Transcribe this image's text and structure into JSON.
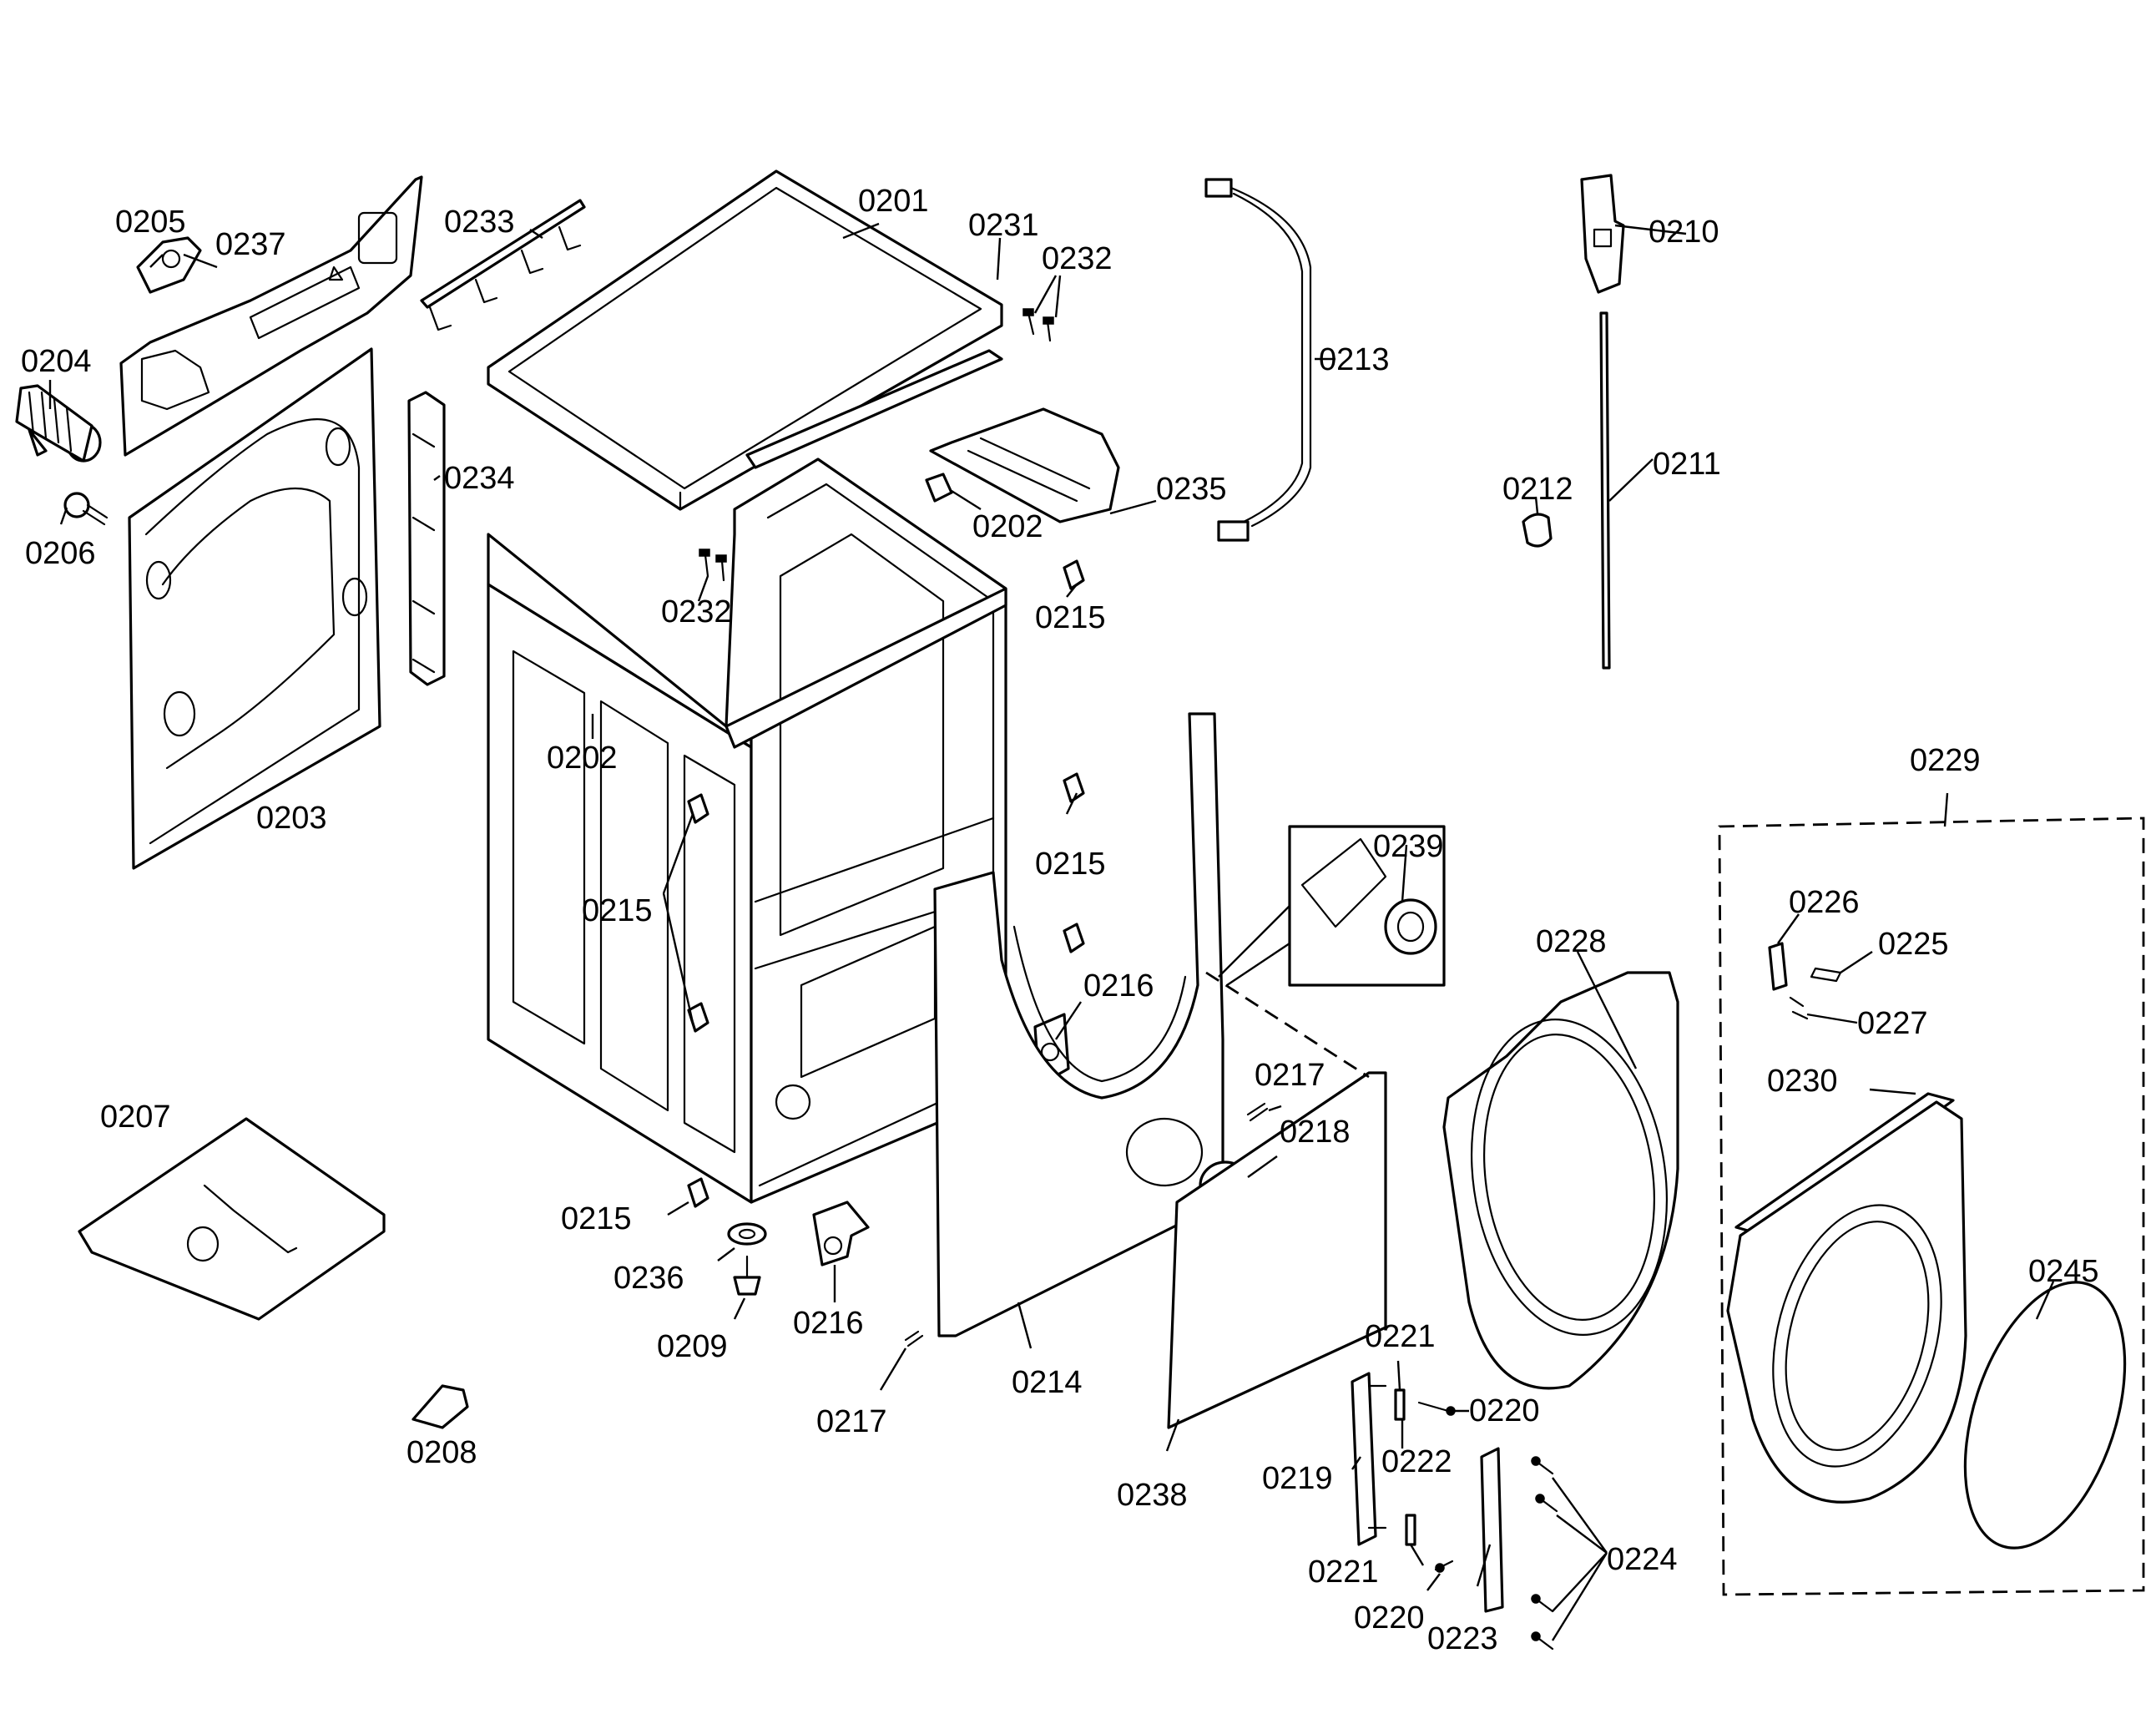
{
  "labels": {
    "p0201": "0201",
    "p0202a": "0202",
    "p0202b": "0202",
    "p0203": "0203",
    "p0204": "0204",
    "p0205": "0205",
    "p0206": "0206",
    "p0207": "0207",
    "p0208": "0208",
    "p0209": "0209",
    "p0210": "0210",
    "p0211": "0211",
    "p0212": "0212",
    "p0213": "0213",
    "p0214": "0214",
    "p0215a": "0215",
    "p0215b": "0215",
    "p0215c": "0215",
    "p0215d": "0215",
    "p0216a": "0216",
    "p0216b": "0216",
    "p0217a": "0217",
    "p0217b": "0217",
    "p0218": "0218",
    "p0219": "0219",
    "p0220a": "0220",
    "p0220b": "0220",
    "p0221a": "0221",
    "p0221b": "0221",
    "p0222": "0222",
    "p0223": "0223",
    "p0224": "0224",
    "p0225": "0225",
    "p0226": "0226",
    "p0227": "0227",
    "p0228": "0228",
    "p0229": "0229",
    "p0230": "0230",
    "p0231": "0231",
    "p0232a": "0232",
    "p0232b": "0232",
    "p0233": "0233",
    "p0234": "0234",
    "p0235": "0235",
    "p0236": "0236",
    "p0237": "0237",
    "p0238": "0238",
    "p0239": "0239",
    "p0245": "0245"
  }
}
